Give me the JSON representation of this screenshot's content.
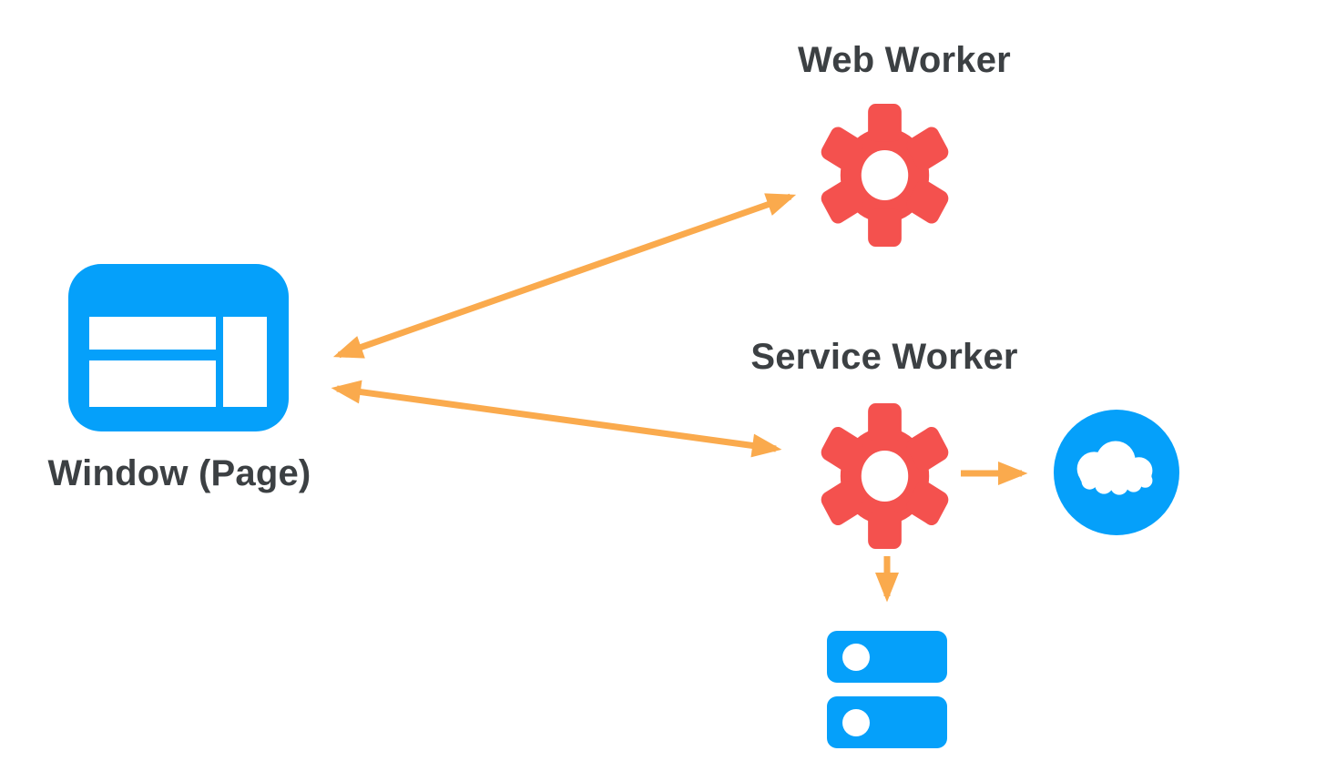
{
  "diagram": {
    "title": "Workers overview diagram",
    "colors": {
      "node_blue": "#05a0fa",
      "gear_red": "#f4514e",
      "arrow_orange": "#faaa4d",
      "label_text": "#3c4043",
      "background": "#ffffff"
    },
    "nodes": [
      {
        "id": "window",
        "label": "Window (Page)",
        "icon": "browser-window-icon"
      },
      {
        "id": "web-worker",
        "label": "Web Worker",
        "icon": "gear-icon"
      },
      {
        "id": "service-worker",
        "label": "Service Worker",
        "icon": "gear-icon"
      },
      {
        "id": "network",
        "label": "",
        "icon": "cloud-icon"
      },
      {
        "id": "storage",
        "label": "",
        "icon": "database-icon"
      }
    ],
    "edges": [
      {
        "from": "window",
        "to": "web-worker",
        "bidirectional": true
      },
      {
        "from": "window",
        "to": "service-worker",
        "bidirectional": true
      },
      {
        "from": "service-worker",
        "to": "network",
        "bidirectional": false
      },
      {
        "from": "service-worker",
        "to": "storage",
        "bidirectional": false
      }
    ]
  }
}
